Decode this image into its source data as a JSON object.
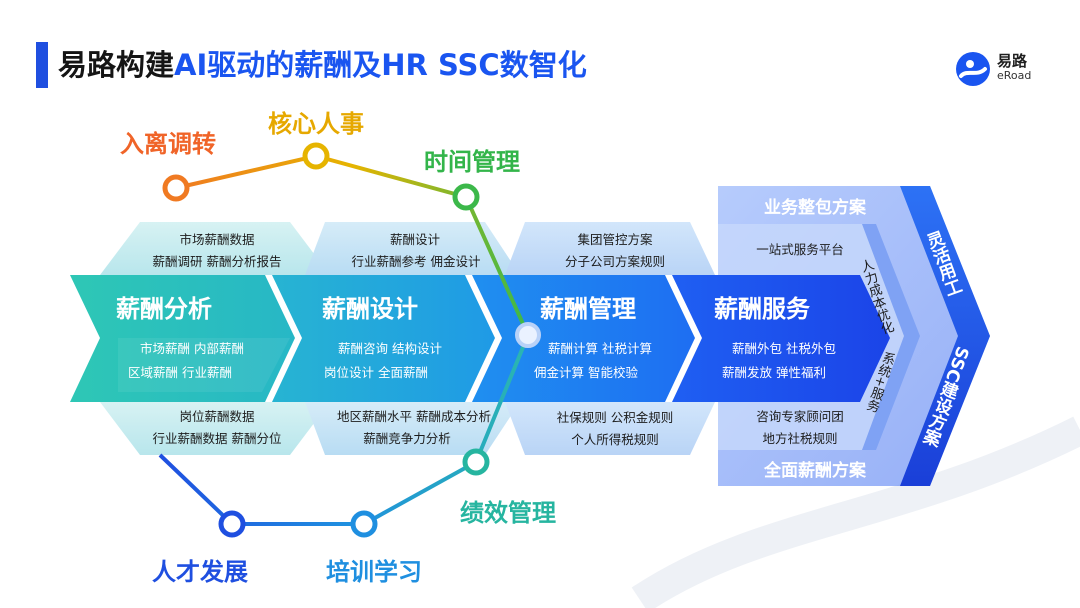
{
  "header": {
    "title_part1": "易路构建",
    "title_part2": "AI驱动的薪酬及HR SSC数智化"
  },
  "logo": {
    "name_cn": "易路",
    "name_en": "eRoad"
  },
  "colors": {
    "brand_blue": "#1a55f0",
    "orange": "#f07a22",
    "gold": "#e6b400",
    "green": "#3cb84a",
    "teal": "#2ab6b0",
    "navy": "#1a3fd8"
  },
  "timeline_top": [
    {
      "label": "入离调转",
      "color": "#f06428"
    },
    {
      "label": "核心人事",
      "color": "#e6a800"
    },
    {
      "label": "时间管理",
      "color": "#33b54a"
    }
  ],
  "timeline_bottom": [
    {
      "label": "人才发展",
      "color": "#1f4fe0"
    },
    {
      "label": "培训学习",
      "color": "#1f8fe0"
    },
    {
      "label": "绩效管理",
      "color": "#26b5a0"
    }
  ],
  "stages": [
    {
      "title": "薪酬分析",
      "top": [
        "市场薪酬数据",
        "薪酬调研   薪酬分析报告"
      ],
      "inner": [
        "市场薪酬   内部薪酬",
        "区域薪酬   行业薪酬"
      ],
      "bottom": [
        "岗位薪酬数据",
        "行业薪酬数据   薪酬分位"
      ]
    },
    {
      "title": "薪酬设计",
      "top": [
        "薪酬设计",
        "行业薪酬参考     佣金设计"
      ],
      "inner": [
        "薪酬咨询   结构设计",
        "岗位设计   全面薪酬"
      ],
      "bottom": [
        "地区薪酬水平   薪酬成本分析",
        "薪酬竞争力分析"
      ]
    },
    {
      "title": "薪酬管理",
      "top": [
        "集团管控方案",
        "分子公司方案规则"
      ],
      "inner": [
        "薪酬计算   社税计算",
        "佣金计算   智能校验"
      ],
      "bottom": [
        "社保规则     公积金规则",
        "个人所得税规则"
      ]
    },
    {
      "title": "薪酬服务",
      "top": [
        "业务整包方案",
        "一站式服务平台"
      ],
      "inner": [
        "薪酬外包   社税外包",
        "薪酬发放   弹性福利"
      ],
      "bottom": [
        "咨询专家顾问团",
        "地方社税规则",
        "全面薪酬方案"
      ]
    }
  ],
  "side": {
    "inner_upper": "人力成本优化",
    "inner_lower": "系统+服务",
    "outer_upper": "灵活用工",
    "outer_lower": "SSC建设方案"
  }
}
